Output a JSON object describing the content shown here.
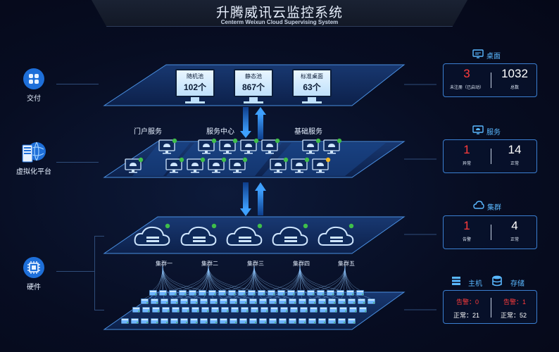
{
  "header": {
    "title": "升腾威讯云监控系统",
    "subtitle": "Centerm Weixun Cloud Supervising System"
  },
  "sidebar": {
    "items": [
      {
        "label": "交付",
        "icon": "app-grid-icon"
      },
      {
        "label": "虚拟化平台",
        "icon": "server-globe-icon"
      },
      {
        "label": "硬件",
        "icon": "chip-icon"
      }
    ]
  },
  "pools": [
    {
      "name": "随机池",
      "value": "102个"
    },
    {
      "name": "静态池",
      "value": "867个"
    },
    {
      "name": "标准桌面",
      "value": "63个"
    }
  ],
  "virtual_layer": {
    "groups": [
      "门户服务",
      "服务中心",
      "基础服务"
    ]
  },
  "clusters": [
    "集群一",
    "集群二",
    "集群三",
    "集群四",
    "集群五"
  ],
  "panels": {
    "desktop": {
      "title": "桌面",
      "left_value": "3",
      "left_caption": "未注册（已启动）",
      "right_value": "1032",
      "right_caption": "总数"
    },
    "service": {
      "title": "服务",
      "left_value": "1",
      "left_caption": "异常",
      "right_value": "14",
      "right_caption": "正常"
    },
    "cluster": {
      "title": "集群",
      "left_value": "1",
      "left_caption": "告警",
      "right_value": "4",
      "right_caption": "正常"
    },
    "host_storage": {
      "host_title": "主机",
      "storage_title": "存储",
      "host_alarm": "告警：0",
      "host_normal": "正常：21",
      "storage_alarm": "告警：1",
      "storage_normal": "正常：52"
    }
  },
  "colors": {
    "accent": "#4aa8ff",
    "alarm": "#ff3c3c",
    "ok_badge": "#3fbf4a",
    "warn_badge": "#f2b824"
  }
}
